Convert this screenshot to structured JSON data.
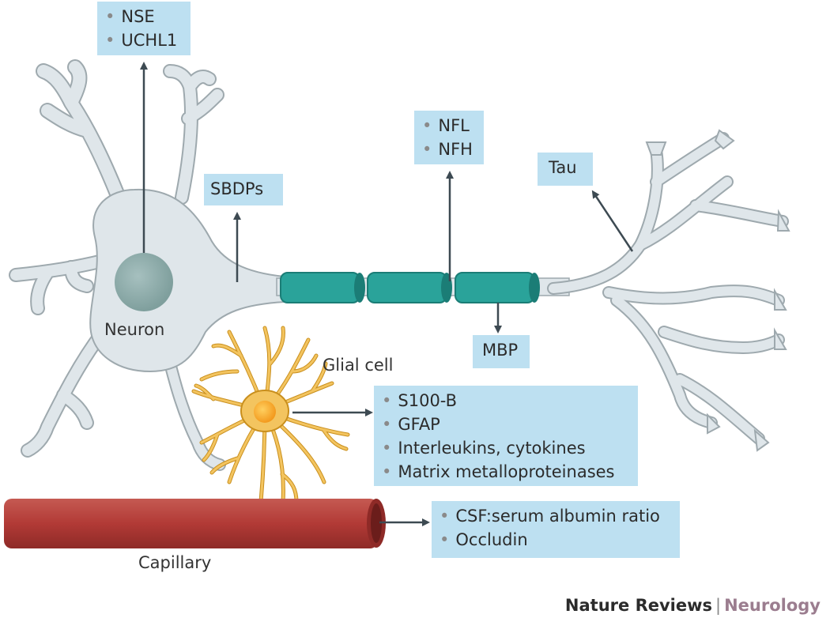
{
  "marker_groups": {
    "neuron_soma": [
      "NSE",
      "UCHL1"
    ],
    "axon_proximal": [
      "SBDPs"
    ],
    "axon": [
      "NFL",
      "NFH"
    ],
    "dendrites": [
      "Tau"
    ],
    "myelin": [
      "MBP"
    ],
    "glial": [
      "S100-B",
      "GFAP",
      "Interleukins, cytokines",
      "Matrix metalloproteinases"
    ],
    "capillary": [
      "CSF:serum albumin ratio",
      "Occludin"
    ]
  },
  "labels": {
    "neuron": "Neuron",
    "glial_cell": "Glial cell",
    "capillary": "Capillary"
  },
  "credit": {
    "publisher": "Nature Reviews",
    "separator": "|",
    "journal": "Neurology"
  },
  "colors": {
    "box_fill": "#bde0f1",
    "neuron_fill": "#dfe6ea",
    "nucleus": "#8fadac",
    "myelin": "#2aa39a",
    "glia": "#f3c45f",
    "capillary": "#b23a36"
  }
}
